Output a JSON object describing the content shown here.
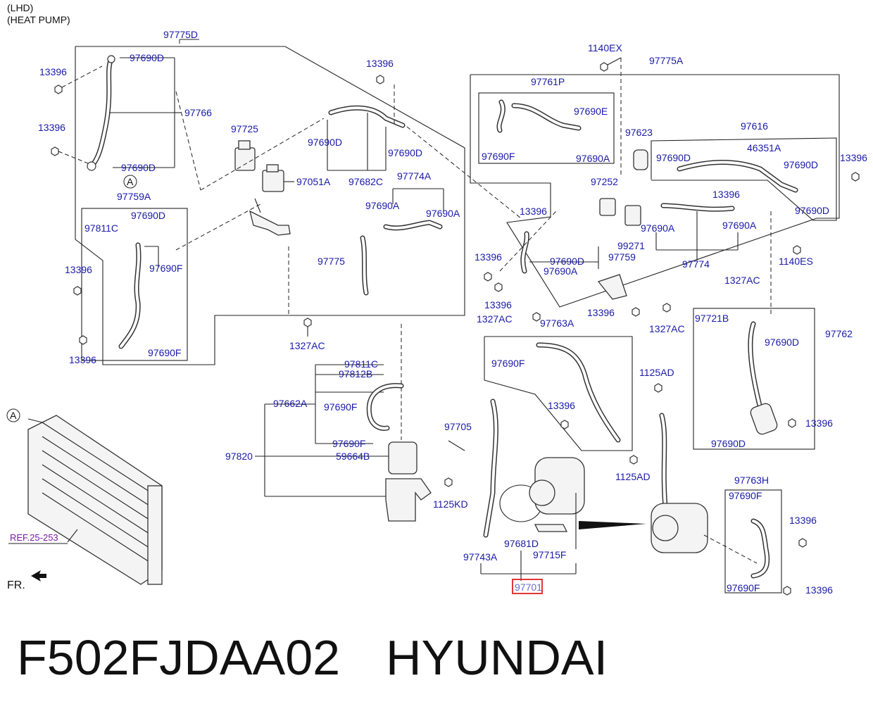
{
  "header": {
    "line1": "(LHD)",
    "line2": "(HEAT PUMP)"
  },
  "parts": {
    "p97775D": "97775D",
    "p97690D_a": "97690D",
    "p97766": "97766",
    "p97690D_b": "97690D",
    "p13396_a": "13396",
    "p13396_b": "13396",
    "p13396_c": "13396",
    "p97725": "97725",
    "p97690D_c": "97690D",
    "p97682C": "97682C",
    "p97690D_d": "97690D",
    "p97051A": "97051A",
    "p97774A": "97774A",
    "p97690A_a": "97690A",
    "p97690A_b": "97690A",
    "p97759A": "97759A",
    "p97690D_e": "97690D",
    "p97811C_a": "97811C",
    "p97690F_a": "97690F",
    "p13396_d": "13396",
    "p97690F_b": "97690F",
    "p13396_e": "13396",
    "p97775": "97775",
    "p1327AC_a": "1327AC",
    "p1140EX": "1140EX",
    "p97775A": "97775A",
    "p97761P": "97761P",
    "p97690E": "97690E",
    "p97690F_c": "97690F",
    "p97690A_c": "97690A",
    "p97623": "97623",
    "p13396_f": "13396",
    "p97252": "97252",
    "p97616": "97616",
    "p46351A": "46351A",
    "p13396_g": "13396",
    "p97690D_f": "97690D",
    "p97690D_g": "97690D",
    "p97690D_h": "97690D",
    "p13396_h": "13396",
    "p97690A_d": "97690A",
    "p97690A_e": "97690A",
    "p99271": "99271",
    "p97774": "97774",
    "p1140ES": "1140ES",
    "p13396_i": "13396",
    "p97690D_i": "97690D",
    "p97690A_f": "97690A",
    "p97759": "97759",
    "p13396_j": "13396",
    "p13396_k": "13396",
    "p1327AC_b": "1327AC",
    "p1327AC_c": "1327AC",
    "p1327AC_d": "1327AC",
    "p97763A": "97763A",
    "p97721B": "97721B",
    "p97762": "97762",
    "p97690D_j": "97690D",
    "p97811C_b": "97811C",
    "p97812B": "97812B",
    "p97690F_d": "97690F",
    "p97662A": "97662A",
    "p97690F_e": "97690F",
    "p1125AD_a": "1125AD",
    "p13396_l": "13396",
    "p13396_m": "13396",
    "p97690D_k": "97690D",
    "p97690F_f": "97690F",
    "p97705": "97705",
    "p97820": "97820",
    "p59664B": "59664B",
    "p1125AD_b": "1125AD",
    "p1125KD": "1125KD",
    "p97763H": "97763H",
    "p97690F_g": "97690F",
    "p13396_n": "13396",
    "p97681D": "97681D",
    "p97743A": "97743A",
    "p97715F": "97715F",
    "p97701": "97701",
    "p97690F_h": "97690F",
    "p13396_o": "13396"
  },
  "markers": {
    "circle_a1": "A",
    "circle_a2": "A"
  },
  "ref_label": "REF.25-253",
  "front_label": "FR.",
  "footer": {
    "part_number": "F502FJDAA02",
    "brand": "HYUNDAI"
  },
  "colors": {
    "label": "#1a1aa8",
    "highlight_box": "#e02020",
    "ref": "#7a1aa0"
  }
}
